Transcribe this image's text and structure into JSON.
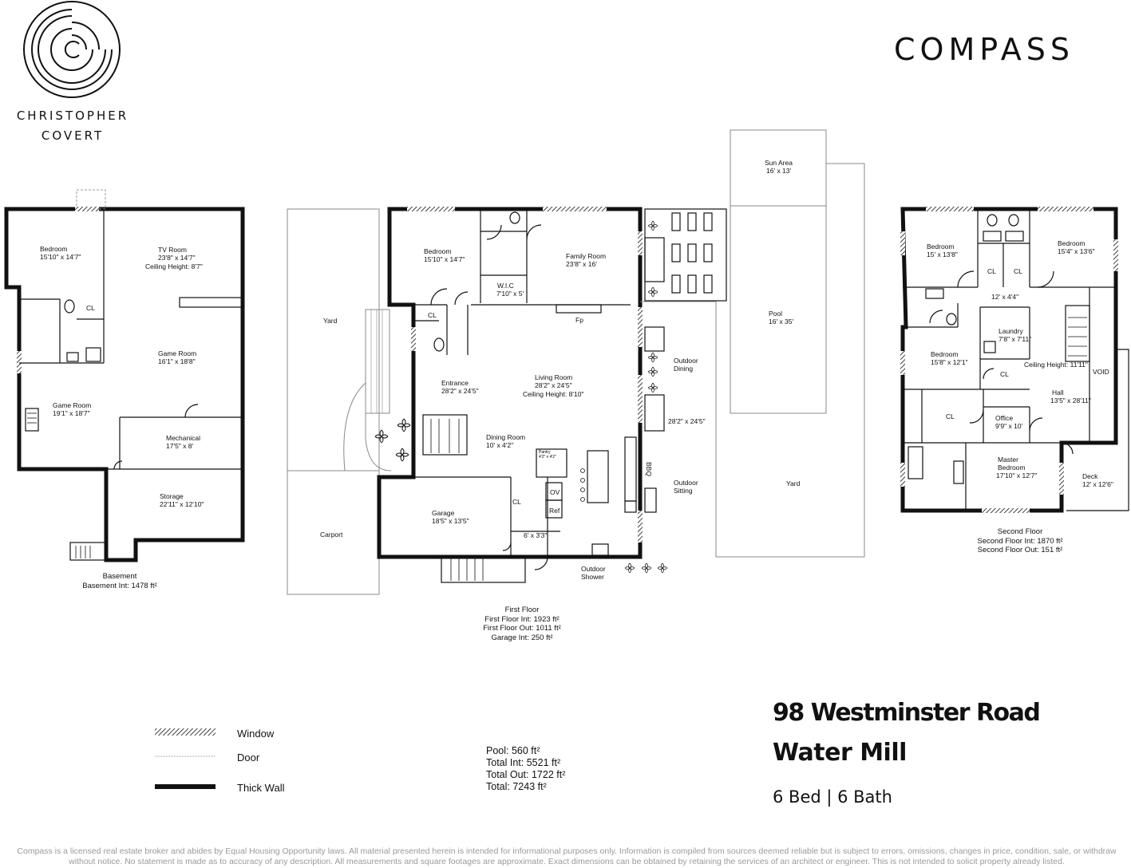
{
  "branding": {
    "agent_line1": "CHRISTOPHER",
    "agent_line2": "COVERT",
    "brokerage": "COMPASS"
  },
  "property": {
    "address": "98 Westminster Road",
    "town": "Water Mill",
    "beds_baths": "6 Bed | 6 Bath"
  },
  "legend": {
    "window": "Window",
    "door": "Door",
    "thick_wall": "Thick Wall"
  },
  "totals": {
    "pool": "Pool: 560 ft²",
    "total_int": "Total Int: 5521 ft²",
    "total_out": "Total Out: 1722 ft²",
    "total": "Total: 7243 ft²"
  },
  "floors": {
    "basement": {
      "name": "Basement",
      "line1": "Basement Int: 1478 ft²"
    },
    "first": {
      "name": "First Floor",
      "line1": "First Floor Int: 1923 ft²",
      "line2": "First Floor Out: 1011 ft²",
      "line3": "Garage Int: 250 ft²"
    },
    "second": {
      "name": "Second Floor",
      "line1": "Second Floor Int: 1870 ft²",
      "line2": "Second Floor Out: 151 ft²"
    }
  },
  "rooms": {
    "b_bedroom": {
      "name": "Bedroom",
      "dim": "15'10\" x 14'7\""
    },
    "b_tvroom": {
      "name": "TV Room",
      "dim": "23'8\" x 14'7\"",
      "extra": "Ceiling Height: 8'7\""
    },
    "b_cl": {
      "name": "CL"
    },
    "b_gameroom1": {
      "name": "Game Room",
      "dim": "16'1\" x 18'8\""
    },
    "b_gameroom2": {
      "name": "Game Room",
      "dim": "19'1\" x 18'7\""
    },
    "b_mechanical": {
      "name": "Mechanical",
      "dim": "17'5\" x 8'"
    },
    "b_storage": {
      "name": "Storage",
      "dim": "22'11\" x 12'10\""
    },
    "f_bedroom": {
      "name": "Bedroom",
      "dim": "15'10\" x 14'7\""
    },
    "f_family": {
      "name": "Family Room",
      "dim": "23'8\" x 16'"
    },
    "f_wic": {
      "name": "W.I.C",
      "dim": "7'10\" x 5'"
    },
    "f_cl": {
      "name": "CL"
    },
    "f_fp": {
      "name": "Fp"
    },
    "f_entrance": {
      "name": "Entrance",
      "dim": "28'2\" x 24'5\""
    },
    "f_living": {
      "name": "Living Room",
      "dim": "28'2\" x 24'5\"",
      "extra": "Ceiling Height: 8'10\""
    },
    "f_dining": {
      "name": "Dining Room",
      "dim": "10' x 4'2\""
    },
    "f_pantry": {
      "name": "Pantry",
      "dim": "4'2\" x 4'2\""
    },
    "f_garage": {
      "name": "Garage",
      "dim": "18'5\" x 13'5\""
    },
    "f_cl2": {
      "name": "CL"
    },
    "f_ov": {
      "name": "OV"
    },
    "f_ref": {
      "name": "Ref"
    },
    "f_hall": {
      "name": "6' x 3'3\""
    },
    "f_bbq": {
      "name": "BBQ"
    },
    "f_yard": {
      "name": "Yard"
    },
    "f_carport": {
      "name": "Carport"
    },
    "f_outdoor_dining": {
      "name": "Outdoor",
      "dim": "Dining"
    },
    "f_outdoor_dim": {
      "name": "28'2\" x 24'5\""
    },
    "f_outdoor_sitting": {
      "name": "Outdoor",
      "dim": "Sitting"
    },
    "f_outdoor_shower": {
      "name": "Outdoor",
      "dim": "Shower"
    },
    "p_sun": {
      "name": "Sun Area",
      "dim": "16' x 13'"
    },
    "p_pool": {
      "name": "Pool",
      "dim": "16' x 35'"
    },
    "p_yard": {
      "name": "Yard"
    },
    "s_bedroom1": {
      "name": "Bedroom",
      "dim": "15' x 13'8\""
    },
    "s_bedroom2": {
      "name": "Bedroom",
      "dim": "15'4\" x 13'6\""
    },
    "s_cl1": {
      "name": "CL"
    },
    "s_cl2": {
      "name": "CL"
    },
    "s_hallway": {
      "name": "12' x 4'4\""
    },
    "s_laundry": {
      "name": "Laundry",
      "dim": "7'8\" x 7'11\""
    },
    "s_bedroom3": {
      "name": "Bedroom",
      "dim": "15'8\" x 12'1\""
    },
    "s_cl3": {
      "name": "CL"
    },
    "s_ceiling": {
      "name": "Ceiling Height: 11'11\""
    },
    "s_void": {
      "name": "VOID"
    },
    "s_hall": {
      "name": "Hall",
      "dim": "13'5\" x 28'11\""
    },
    "s_cl4": {
      "name": "CL"
    },
    "s_office": {
      "name": "Office",
      "dim": "9'9\" x 10'"
    },
    "s_master": {
      "name": "Master",
      "dim": "Bedroom",
      "extra": "17'10\" x 12'7\""
    },
    "s_deck": {
      "name": "Deck",
      "dim": "12' x 12'6\""
    }
  },
  "disclaimer": "Compass is a licensed real estate broker and abides by Equal Housing Opportunity laws. All material presented herein is intended for informational purposes only. Information is compiled from sources deemed reliable but is subject to errors, omissions, changes in price, condition, sale, or withdraw without notice. No statement is made as to accuracy of any description. All measurements and square footages are approximate. Exact dimensions can be obtained by retaining the services of an architect or engineer. This is not intended to solicit property already listed."
}
